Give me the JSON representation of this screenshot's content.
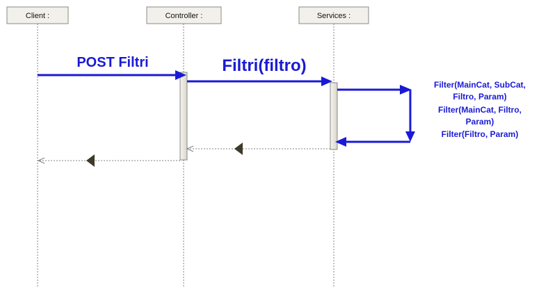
{
  "lifelines": [
    {
      "id": "client",
      "label": "Client :"
    },
    {
      "id": "controller",
      "label": "Controller :"
    },
    {
      "id": "services",
      "label": "Services :"
    }
  ],
  "messages": {
    "post": "POST Filtri",
    "filtri": "Filtri(filtro)"
  },
  "self_call_notes": [
    "Filter(MainCat, SubCat,",
    "Filtro, Param)",
    "Filter(MainCat, Filtro,",
    "Param)",
    "Filter(Filtro, Param)"
  ],
  "colors": {
    "message": "#1a1ad6",
    "return_arrowhead": "#3d3a2a",
    "lifeline": "#808080",
    "box_fill": "#f1f0ea",
    "activation_fill": "#e8e5dc"
  }
}
